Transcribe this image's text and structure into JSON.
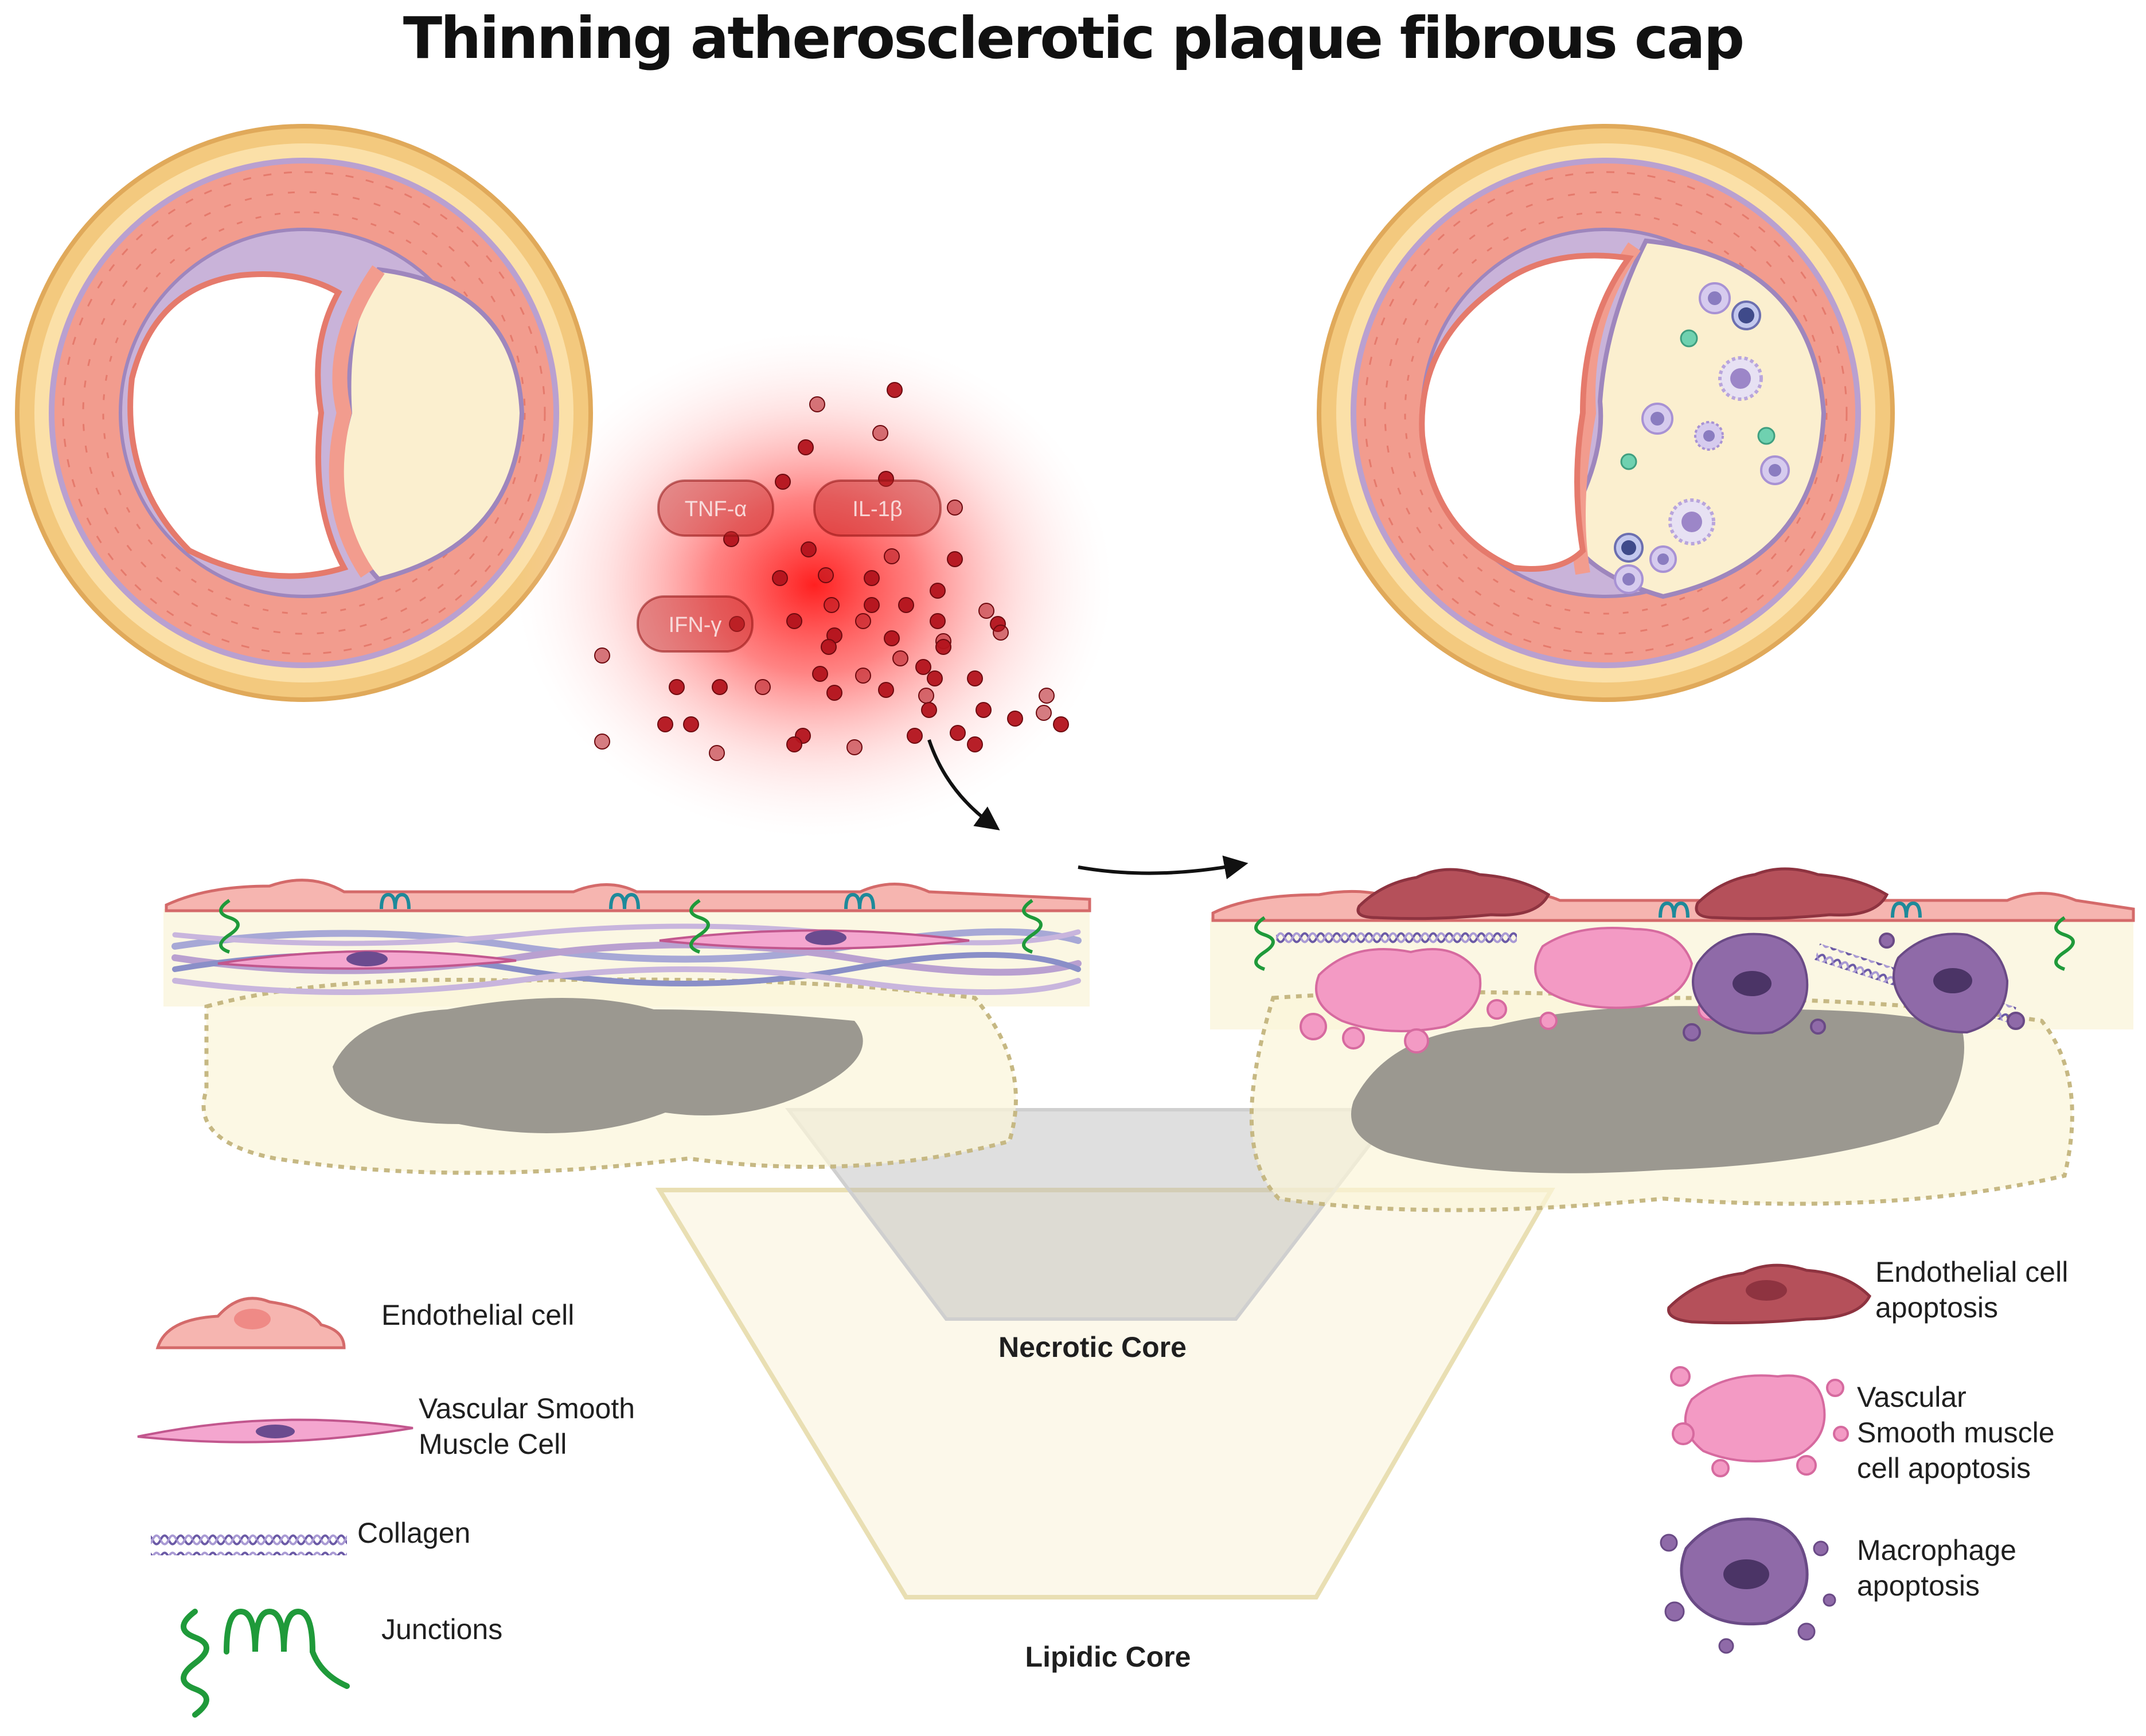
{
  "title": "Thinning atherosclerotic plaque fibrous cap",
  "cytokines": [
    "TNF-α",
    "IL-1β",
    "IFN-γ"
  ],
  "cores": {
    "necrotic": "Necrotic Core",
    "lipidic": "Lipidic Core"
  },
  "legend_left": {
    "endothelial": "Endothelial cell",
    "vsmc": "Vascular Smooth\nMuscle Cell",
    "collagen": "Collagen",
    "junctions": "Junctions"
  },
  "legend_right": {
    "endothelial_apoptosis": "Endothelial cell\napoptosis",
    "vsmc_apoptosis": "Vascular\nSmooth muscle\ncell apoptosis",
    "macrophage_apoptosis": "Macrophage\napoptosis"
  },
  "colors": {
    "adventitia": "#f3c97e",
    "media": "#f29c8e",
    "intima": "#c9b3d9",
    "lipid": "#fbefcf",
    "endothelium": "#f6b5b0",
    "vsmc": "#f4a6cf",
    "collagen": "#8a7cc0",
    "junction": "#1f9a3a",
    "necrotic": "#9b9890",
    "cytokine": "#b3131c",
    "apoptotic_endo": "#b5505a",
    "apoptotic_vsmc": "#f39ac4",
    "apoptotic_macrophage": "#8f6aa8"
  },
  "icons": [
    "vessel-cross-section-icon",
    "cytokine-cloud-icon",
    "endothelial-cell-icon",
    "smooth-muscle-cell-icon",
    "collagen-icon",
    "junction-icon",
    "endothelial-apoptosis-icon",
    "vsmc-apoptosis-icon",
    "macrophage-apoptosis-icon"
  ]
}
